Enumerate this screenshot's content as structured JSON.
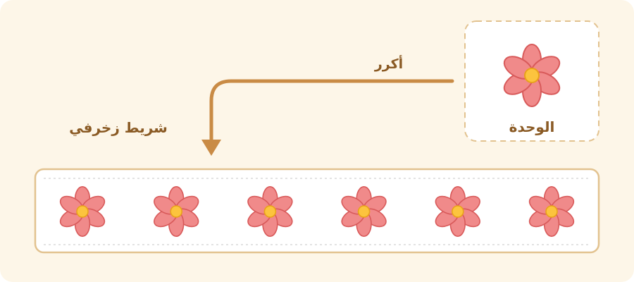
{
  "labels": {
    "unit": "الوحدة",
    "repeat": "أكرر",
    "strip": "شريط زخرفي"
  },
  "strip": {
    "repeat_count": 6
  },
  "colors": {
    "page_background": "#fdf6e8",
    "accent_brown": "#c98b45",
    "label_brown": "#8a5a24",
    "unit_border": "#e2c28f",
    "strip_border": "#e2c28f",
    "petal_fill": "#f08a8a",
    "petal_stroke": "#d85a5a",
    "flower_center": "#fcc43e"
  },
  "icons": {
    "motif": "flower-icon",
    "arrow": "arrow-down-icon"
  }
}
